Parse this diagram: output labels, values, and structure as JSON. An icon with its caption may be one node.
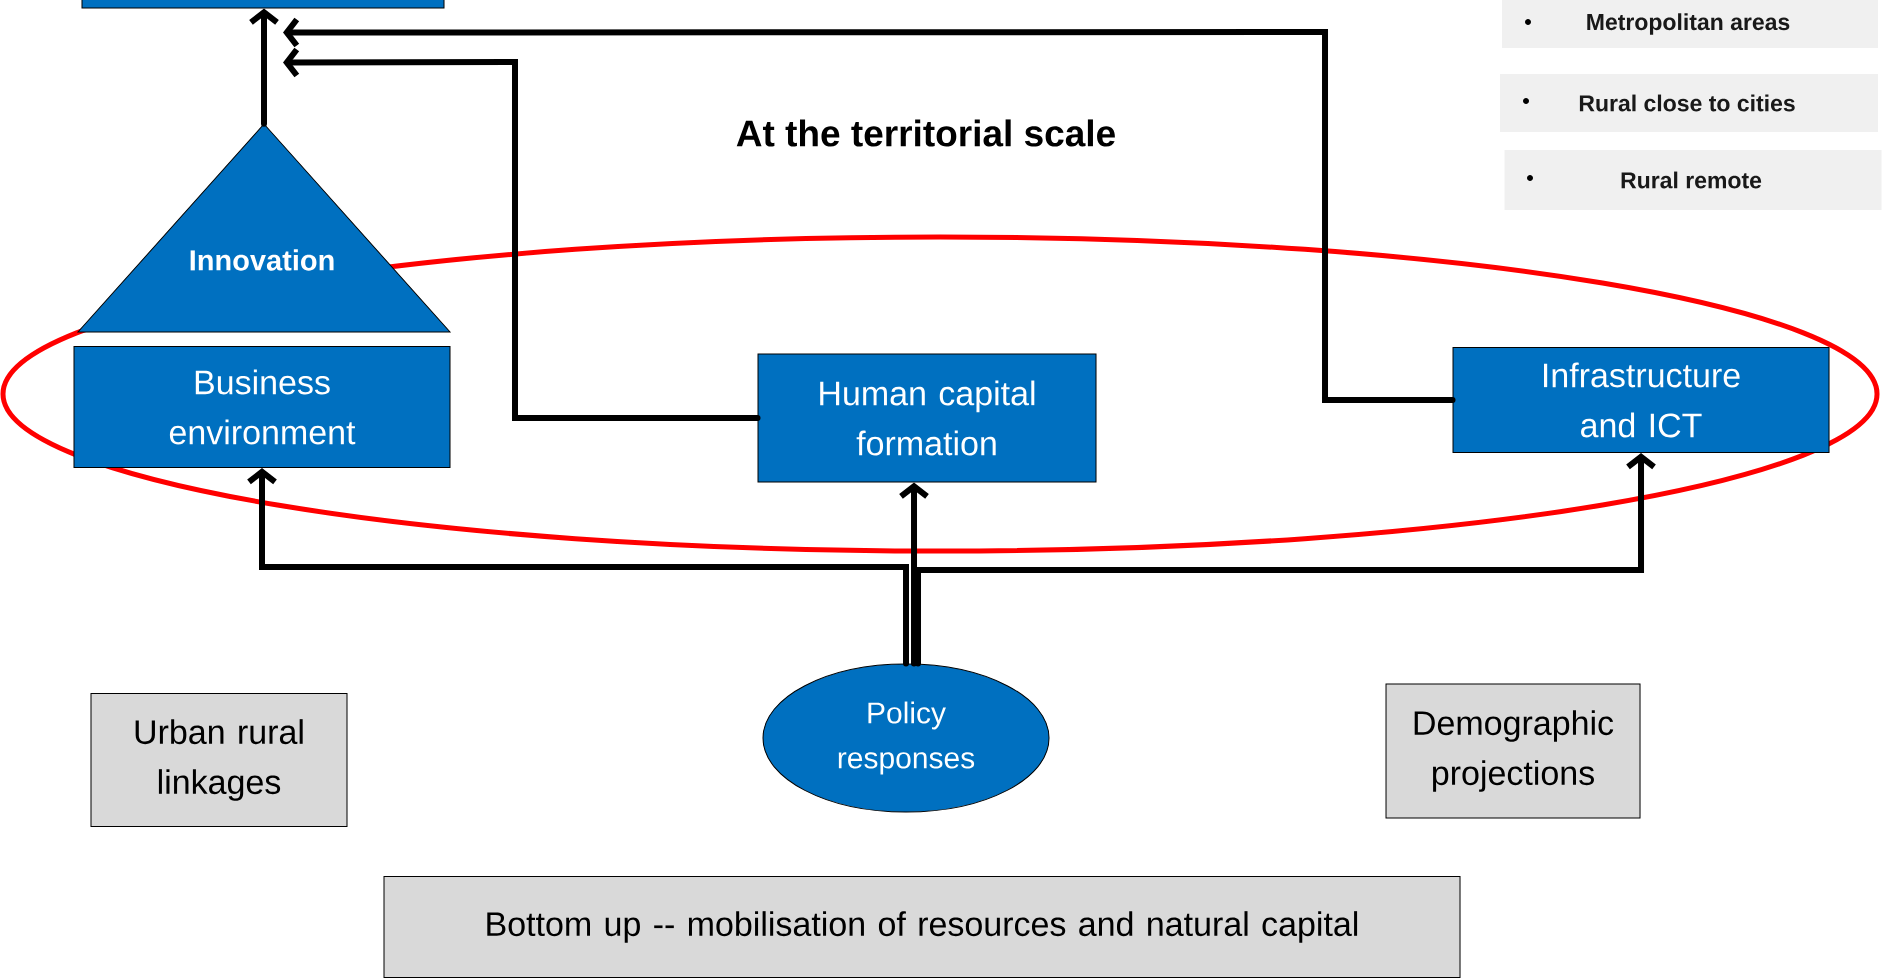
{
  "diagram": {
    "title": "At  the territorial scale",
    "nodes": [
      {
        "text": [],
        "shape": "box"
      },
      {
        "text": [
          "Metropolitan areas"
        ]
      },
      {
        "text": [
          "Rural close to cities"
        ]
      },
      {
        "text": [
          "Rural remote"
        ]
      },
      {
        "text": [
          "Innovation"
        ]
      },
      {
        "text": [
          "Business environment"
        ]
      },
      {
        "text": [
          "Human capital formation"
        ]
      },
      {
        "text": [
          "Infrastructure and ICT"
        ]
      },
      {
        "text": [
          "Policy responses"
        ]
      },
      {
        "text": [
          "Urban rural linkages"
        ]
      },
      {
        "text": [
          "Demographic projections"
        ]
      },
      {
        "text": [
          "Bottom up -- mobilisation of resources and natural capital"
        ]
      }
    ],
    "edges": [
      {
        "from": 4,
        "to": 0,
        "arrow": "to"
      },
      {
        "from": 6,
        "to": 0,
        "arrow": "to"
      },
      {
        "from": 7,
        "to": 0,
        "arrow": "to"
      },
      {
        "from": 8,
        "to": 5,
        "arrow": "to"
      },
      {
        "from": 8,
        "to": 6,
        "arrow": "to"
      },
      {
        "from": 8,
        "to": 7,
        "arrow": "to"
      }
    ]
  }
}
